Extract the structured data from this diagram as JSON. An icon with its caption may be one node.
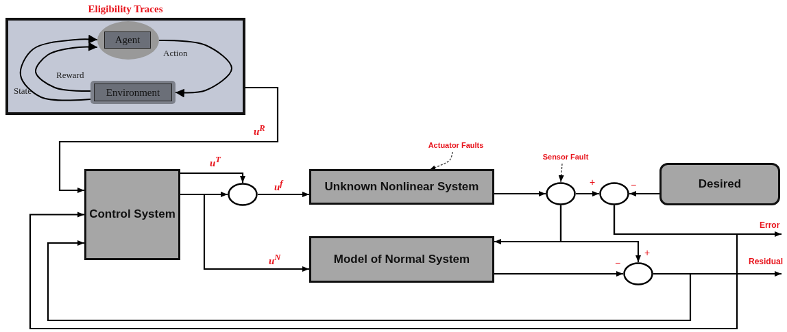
{
  "diagram": {
    "nodes": [
      {
        "text": [
          "Eligibility Traces"
        ]
      },
      {
        "text": [
          "Agent"
        ],
        "in": 0
      },
      {
        "text": [
          "Environment"
        ],
        "in": 0
      },
      {
        "text": [
          "Control System"
        ]
      },
      {
        "text": [],
        "shape": "circle"
      },
      {
        "text": [
          "Unknown Nonlinear System"
        ]
      },
      {
        "text": [
          "Model of Normal System"
        ]
      },
      {
        "text": [],
        "shape": "circle"
      },
      {
        "text": [],
        "shape": "circle"
      },
      {
        "text": [
          "Desired"
        ]
      },
      {
        "text": [],
        "shape": "circle"
      },
      {
        "text": [
          "Actuator Faults"
        ]
      },
      {
        "text": [
          "Sensor Fault"
        ]
      }
    ],
    "edges": [
      {
        "from": 1,
        "to": 2,
        "arrow": "to",
        "label": "Action"
      },
      {
        "from": 2,
        "to": 1,
        "arrow": "to",
        "label": "State"
      },
      {
        "from": 2,
        "to": 1,
        "arrow": "to",
        "label": "Reward"
      },
      {
        "from": 0,
        "to": 3,
        "arrow": "to",
        "label": "u$^{R}$"
      },
      {
        "from": 3,
        "to": 4,
        "arrow": "to",
        "label": "u$^{T}$"
      },
      {
        "from": 3,
        "to": 4,
        "arrow": "to"
      },
      {
        "from": 3,
        "to": 6,
        "arrow": "to",
        "label": "u$^{N}$"
      },
      {
        "from": 4,
        "to": 5,
        "arrow": "to",
        "label": "u$^{f}$"
      },
      {
        "from": 11,
        "to": 5,
        "arrow": "to",
        "style": "dashed"
      },
      {
        "from": 5,
        "to": 7,
        "arrow": "to"
      },
      {
        "from": 12,
        "to": 7,
        "arrow": "to",
        "style": "dashed"
      },
      {
        "from": 7,
        "to": 8,
        "arrow": "to"
      },
      {
        "from": 9,
        "to": 8,
        "arrow": "to"
      },
      {
        "from": 7,
        "to": 6,
        "arrow": "to"
      },
      {
        "from": 7,
        "to": 10,
        "arrow": "to"
      },
      {
        "from": 6,
        "to": 10,
        "arrow": "to"
      },
      {
        "from": 8,
        "to": null,
        "arrow": "to",
        "label": "Error"
      },
      {
        "from": 10,
        "to": null,
        "arrow": "to",
        "label": "Residual"
      },
      {
        "from": 8,
        "to": 3,
        "arrow": "to"
      },
      {
        "from": 10,
        "to": 3,
        "arrow": "to"
      }
    ],
    "labels": [
      "+",
      "−",
      "−",
      "+"
    ]
  }
}
